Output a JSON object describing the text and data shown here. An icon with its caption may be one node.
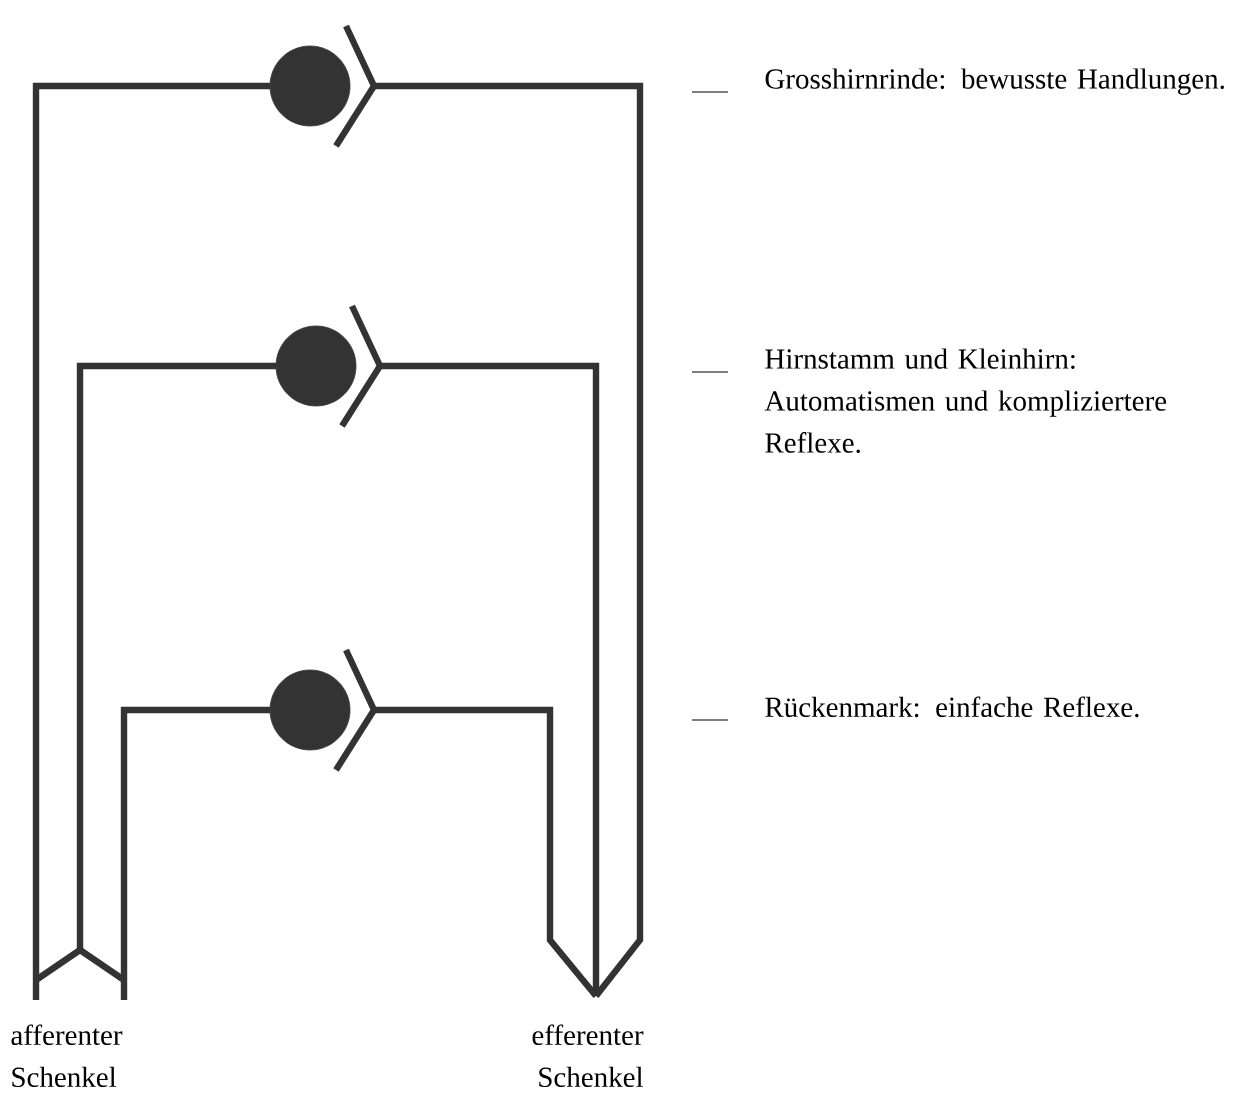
{
  "diagram": {
    "nodes": [
      {
        "text": [],
        "shape": "circle"
      },
      {
        "text": [],
        "shape": "circle"
      },
      {
        "text": [],
        "shape": "circle"
      }
    ],
    "labels": [
      "Grosshirnrinde: bewusste Handlungen.",
      "Hirnstamm und Kleinhirn: Automatismen und kompliziertere Reflexe.",
      "Rückenmark: einfache Reflexe.",
      "afferenter Schenkel",
      "efferenter Schenkel"
    ]
  }
}
